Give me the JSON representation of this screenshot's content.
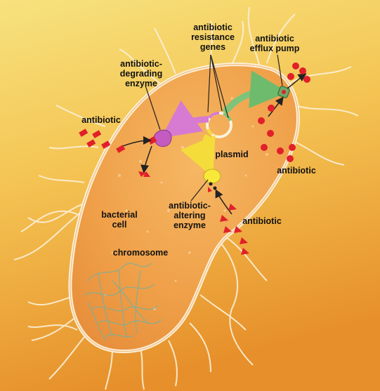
{
  "labels": {
    "antibiotic_resistance_genes": "antibiotic\nresistance\ngenes",
    "antibiotic_efflux_pump": "antibiotic\nefflux pump",
    "antibiotic_degrading_enzyme": "antibiotic-\ndegrading\nenzyme",
    "antibiotic_left": "antibiotic",
    "plasmid": "plasmid",
    "antibiotic_right": "antibiotic",
    "antibiotic_altering_enzyme": "antibiotic-\naltering\nenzyme",
    "antibiotic_bottom": "antibiotic",
    "bacterial_cell": "bacterial\ncell",
    "chromosome": "chromosome"
  },
  "colors": {
    "background_top": "#f6dc78",
    "background_bottom": "#e8932c",
    "cell_body": "#f0a64e",
    "cell_membrane": "#fdf2dc",
    "antibiotic_red": "#e0202a",
    "enzyme_pink": "#c45bc0",
    "enzyme_yellow": "#f7e83a",
    "arrow_green": "#7dc47a",
    "arrow_pink": "#d77ad2",
    "arrow_yellow": "#f7e24a",
    "chromosome_line": "#7fae9a"
  }
}
